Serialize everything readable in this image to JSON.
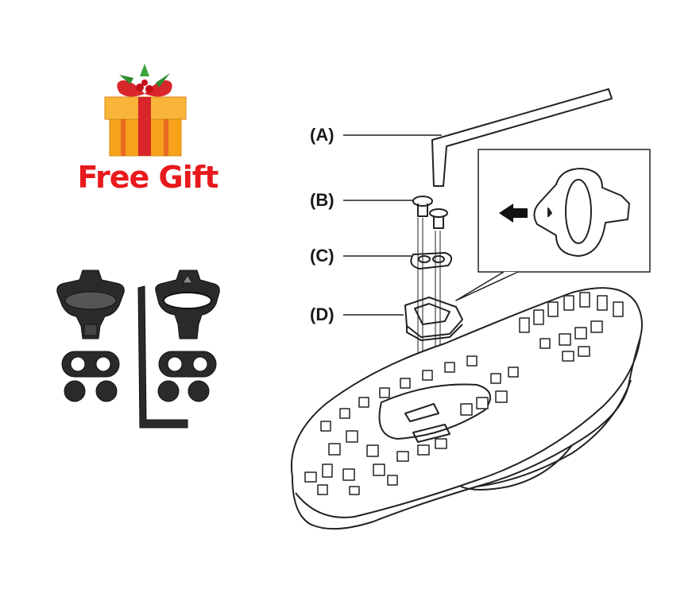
{
  "gift": {
    "label": "Free Gift",
    "label_color": "#e8191c",
    "box_color": "#f6a31b",
    "ribbon_color": "#d8262b"
  },
  "callouts": {
    "a": "(A)",
    "b": "(B)",
    "c": "(C)",
    "d": "(D)"
  },
  "colors": {
    "line": "#222222",
    "part_dark": "#2a2a2a"
  },
  "icons": {
    "direction_arrow": "arrow-left-icon"
  }
}
